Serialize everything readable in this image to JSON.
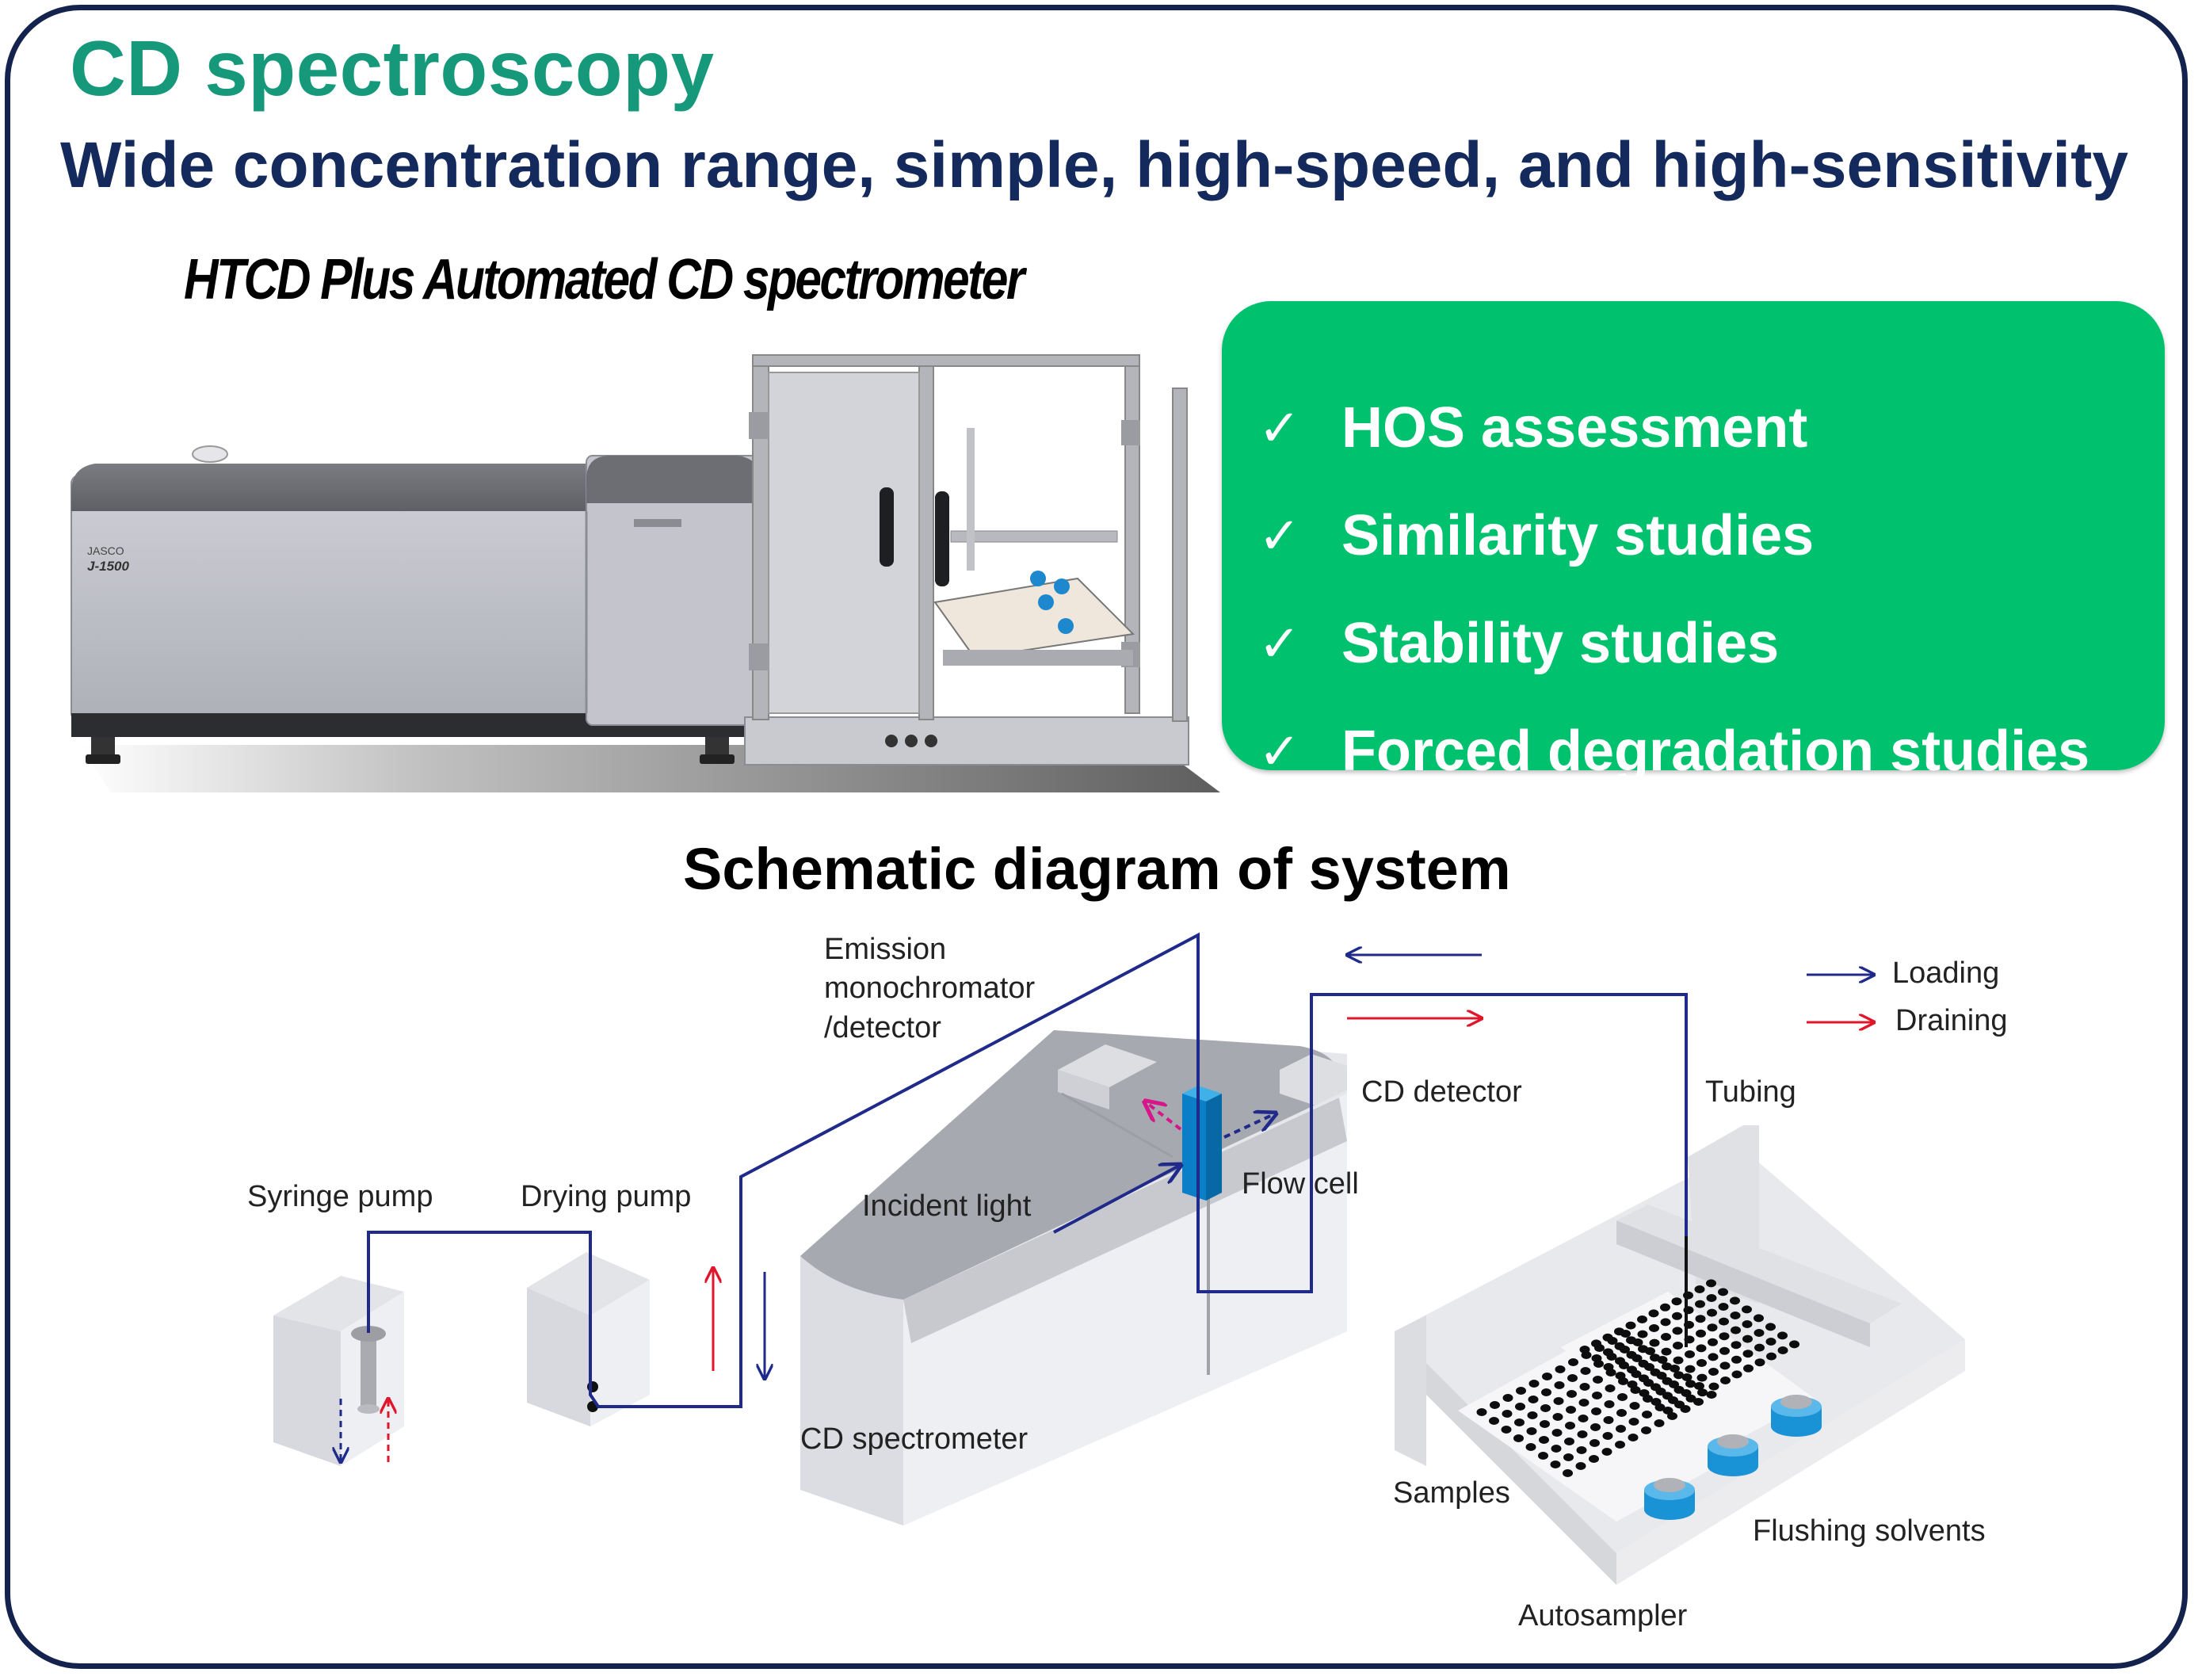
{
  "header": {
    "title": "CD spectroscopy",
    "subtitle": "Wide concentration range, simple, high-speed, and high-sensitivity",
    "product_name": "HTCD Plus Automated  CD  spectrometer"
  },
  "applications": {
    "check_symbol": "✓",
    "items": [
      "HOS assessment",
      "Similarity studies",
      "Stability studies",
      "Forced degradation studies"
    ]
  },
  "photo": {
    "model_label": "J-1500",
    "brand_label": "JASCO"
  },
  "schematic": {
    "title": "Schematic diagram of system",
    "labels": {
      "emission": "Emission\nmonochromator\n/detector",
      "cd_detector": "CD detector",
      "tubing": "Tubing",
      "syringe_pump": "Syringe pump",
      "drying_pump": "Drying pump",
      "incident_light": "Incident light",
      "flow_cell": "Flow cell",
      "cd_spectrometer": "CD spectrometer",
      "samples": "Samples",
      "flushing_solvents": "Flushing solvents",
      "autosampler": "Autosampler"
    },
    "legend": {
      "loading": "Loading",
      "draining": "Draining"
    }
  },
  "colors": {
    "frame": "#14224e",
    "title_green": "#16997a",
    "subtitle_navy": "#142a5c",
    "panel_green": "#00c16e",
    "tubing_blue": "#1f2a8a",
    "drain_red": "#e0162b",
    "flow_cell_blue": "#0a7fc7",
    "solvent_blue": "#1a93d6"
  }
}
